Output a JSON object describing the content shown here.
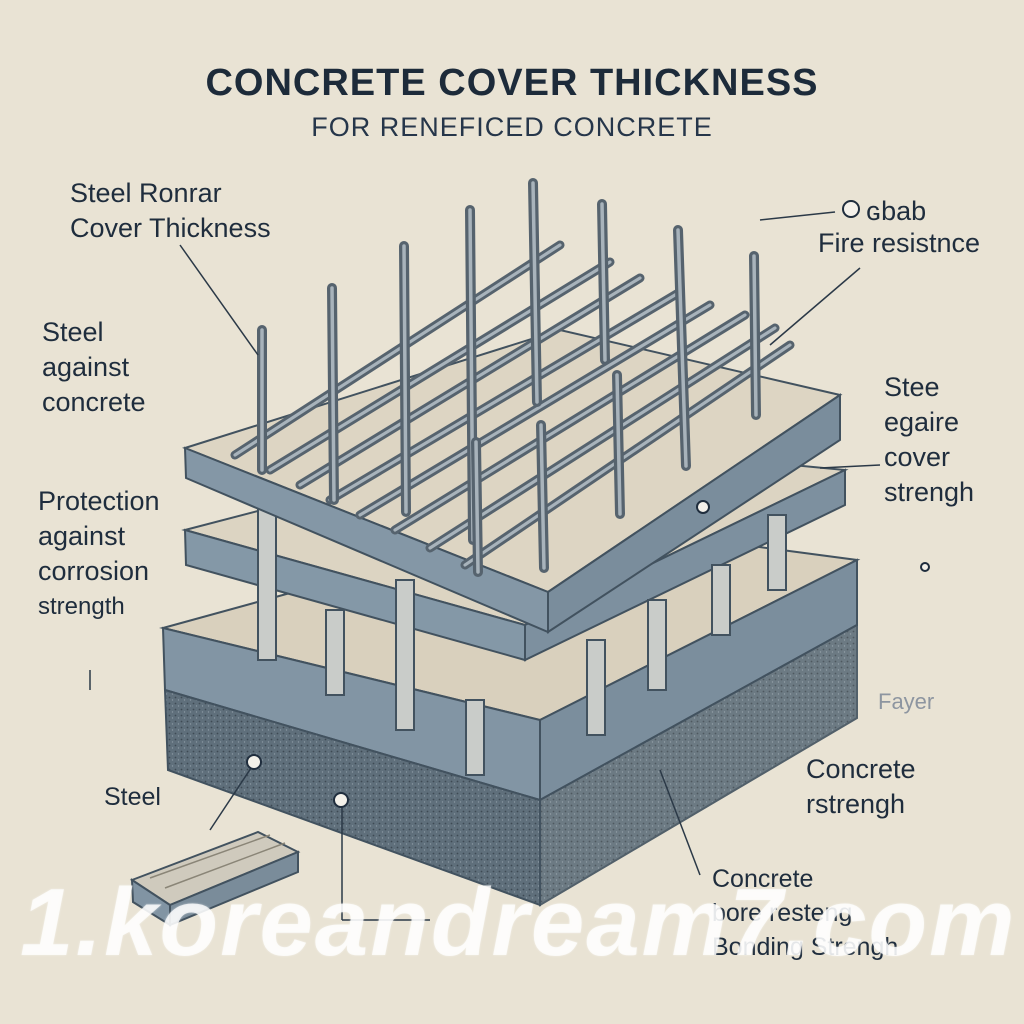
{
  "title": "CONCRETE COVER THICKNESS",
  "subtitle": "FOR RENEFICED CONCRETE",
  "labels": {
    "steel_cover": [
      "Steel Ronrar",
      "Cover Thickness"
    ],
    "steel_against": [
      "Steel",
      "against",
      "concrete"
    ],
    "protection": [
      "Protection",
      "against",
      "corrosion",
      "strength"
    ],
    "steel_bottom": "Steel",
    "slab_top": "ɢbab",
    "fire": "Fire resistnce",
    "stee_right": [
      "Stee",
      "egaire",
      "cover",
      "strengh"
    ],
    "layer": "Fayer",
    "concrete_strength": [
      "Concrete",
      "rstrengh"
    ],
    "bonding": [
      "Concrete",
      "bore resteng",
      "Bonding Strengh"
    ]
  },
  "watermark": "1.koreandream7.com",
  "colors": {
    "background": "#e9e3d4",
    "concrete_top": "#ddd5c3",
    "concrete_side": "#7f93a3",
    "rebar": "#6e7c88",
    "ink": "#1f2d3d"
  }
}
